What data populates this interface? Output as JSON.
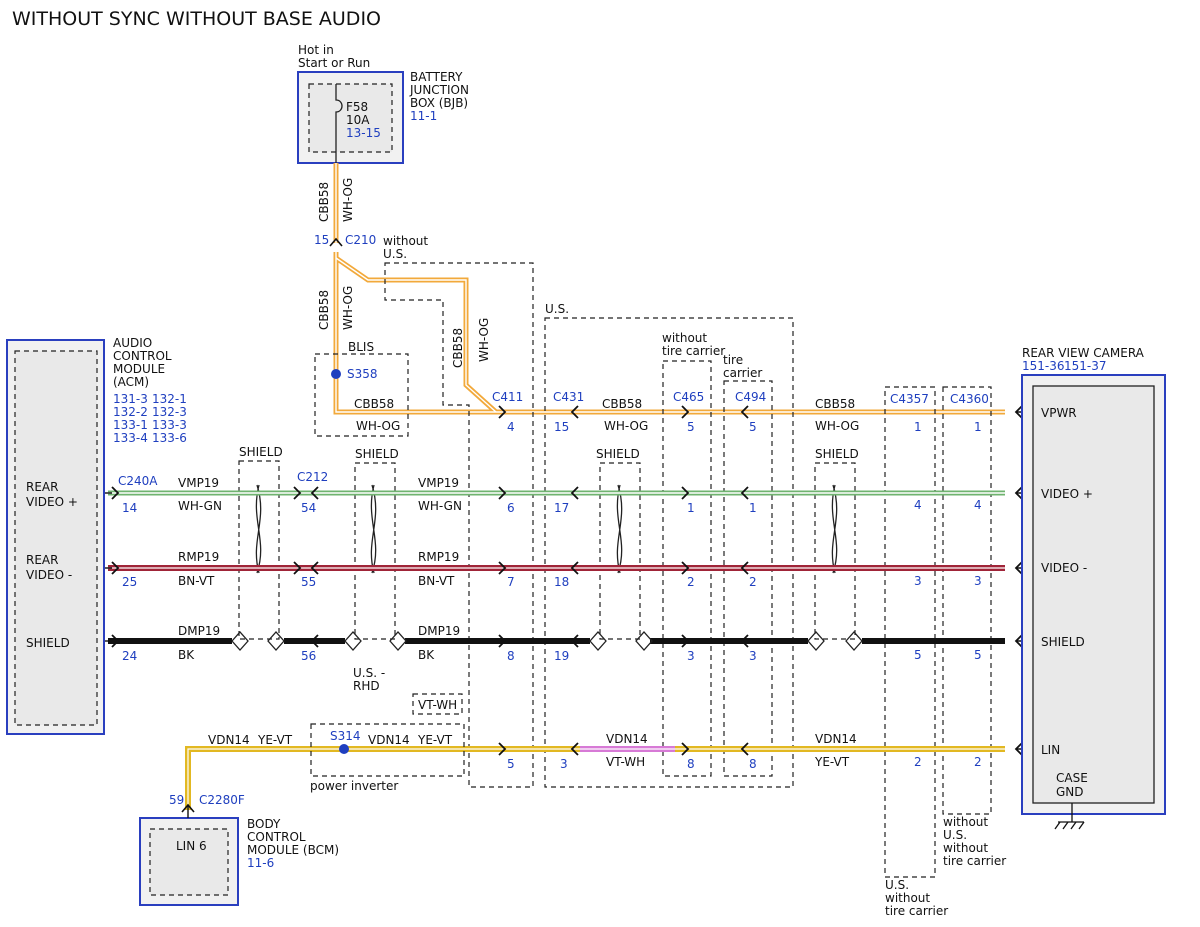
{
  "title": "WITHOUT SYNC WITHOUT BASE AUDIO",
  "colors": {
    "wh_og": "#f2a93b",
    "wh_gn": "#6fb36f",
    "bn_vt": "#a02438",
    "bk": "#111111",
    "ye_vt": "#e2b822",
    "vt_wh": "#d77ad6",
    "module_border": "#2a3fbf",
    "ref_text": "#1f3fbf"
  },
  "bjb": {
    "hot_line1": "Hot in",
    "hot_line2": "Start or Run",
    "name_line1": "BATTERY",
    "name_line2": "JUNCTION",
    "name_line3": "BOX (BJB)",
    "ref": "11-1",
    "fuse": "F58",
    "fuse_rating": "10A",
    "fuse_ref": "13-15"
  },
  "acm": {
    "name_line1": "AUDIO",
    "name_line2": "CONTROL",
    "name_line3": "MODULE",
    "name_line4": "(ACM)",
    "refs": [
      "131-3",
      "132-1",
      "132-2",
      "132-3",
      "133-1",
      "133-3",
      "133-4",
      "133-6"
    ],
    "pin_rear_video_plus_1": "REAR",
    "pin_rear_video_plus_2": "VIDEO +",
    "pin_rear_video_minus_1": "REAR",
    "pin_rear_video_minus_2": "VIDEO -",
    "pin_shield": "SHIELD"
  },
  "bcm": {
    "name_line1": "BODY",
    "name_line2": "CONTROL",
    "name_line3": "MODULE (BCM)",
    "ref": "11-6",
    "pin": "LIN 6"
  },
  "camera": {
    "name": "REAR VIEW CAMERA",
    "ref1": "151-36",
    "ref2": "151-37",
    "pins": [
      "VPWR",
      "VIDEO +",
      "VIDEO -",
      "SHIELD",
      "LIN"
    ],
    "case_line1": "CASE",
    "case_line2": "GND"
  },
  "connectors": {
    "c210": "C210",
    "c210_pin": "15",
    "c240a": "C240A",
    "c212": "C212",
    "c411": "C411",
    "c431": "C431",
    "c465": "C465",
    "c494": "C494",
    "c4357": "C4357",
    "c4360": "C4360",
    "c2280f": "C2280F",
    "c2280f_pin": "59"
  },
  "splices": {
    "s358": "S358",
    "s314": "S314"
  },
  "pins": {
    "acm": [
      "14",
      "25",
      "24"
    ],
    "c212": [
      "54",
      "55",
      "56"
    ],
    "c411": [
      "4",
      "6",
      "7",
      "8",
      "5"
    ],
    "c431": [
      "15",
      "17",
      "18",
      "19",
      "3"
    ],
    "c465": [
      "5",
      "1",
      "2",
      "3",
      "8"
    ],
    "c494": [
      "5",
      "1",
      "2",
      "3",
      "8"
    ],
    "c4357": [
      "1",
      "4",
      "3",
      "5",
      "2"
    ],
    "c4360": [
      "1",
      "4",
      "3",
      "5",
      "2"
    ]
  },
  "wires": {
    "cbb58": "CBB58",
    "wh_og": "WH-OG",
    "vmp19": "VMP19",
    "wh_gn": "WH-GN",
    "rmp19": "RMP19",
    "bn_vt": "BN-VT",
    "dmp19": "DMP19",
    "bk": "BK",
    "vdn14": "VDN14",
    "ye_vt": "YE-VT",
    "vt_wh": "VT-WH"
  },
  "notes": {
    "blis": "BLIS",
    "shield": "SHIELD",
    "without_us_1": "without",
    "without_us_2": "U.S.",
    "us": "U.S.",
    "without_tire_carrier_1": "without",
    "without_tire_carrier_2": "tire carrier",
    "tire_carrier_1": "tire",
    "tire_carrier_2": "carrier",
    "us_rhd_1": "U.S. -",
    "us_rhd_2": "RHD",
    "vt_wh_box": "VT-WH",
    "power_inverter": "power inverter",
    "us_without_tc_1": "U.S.",
    "us_without_tc_2": "without",
    "us_without_tc_3": "tire carrier",
    "us_without_tc4_1": "without",
    "us_without_tc4_2": "U.S.",
    "us_without_tc4_3": "without",
    "us_without_tc4_4": "tire carrier"
  }
}
